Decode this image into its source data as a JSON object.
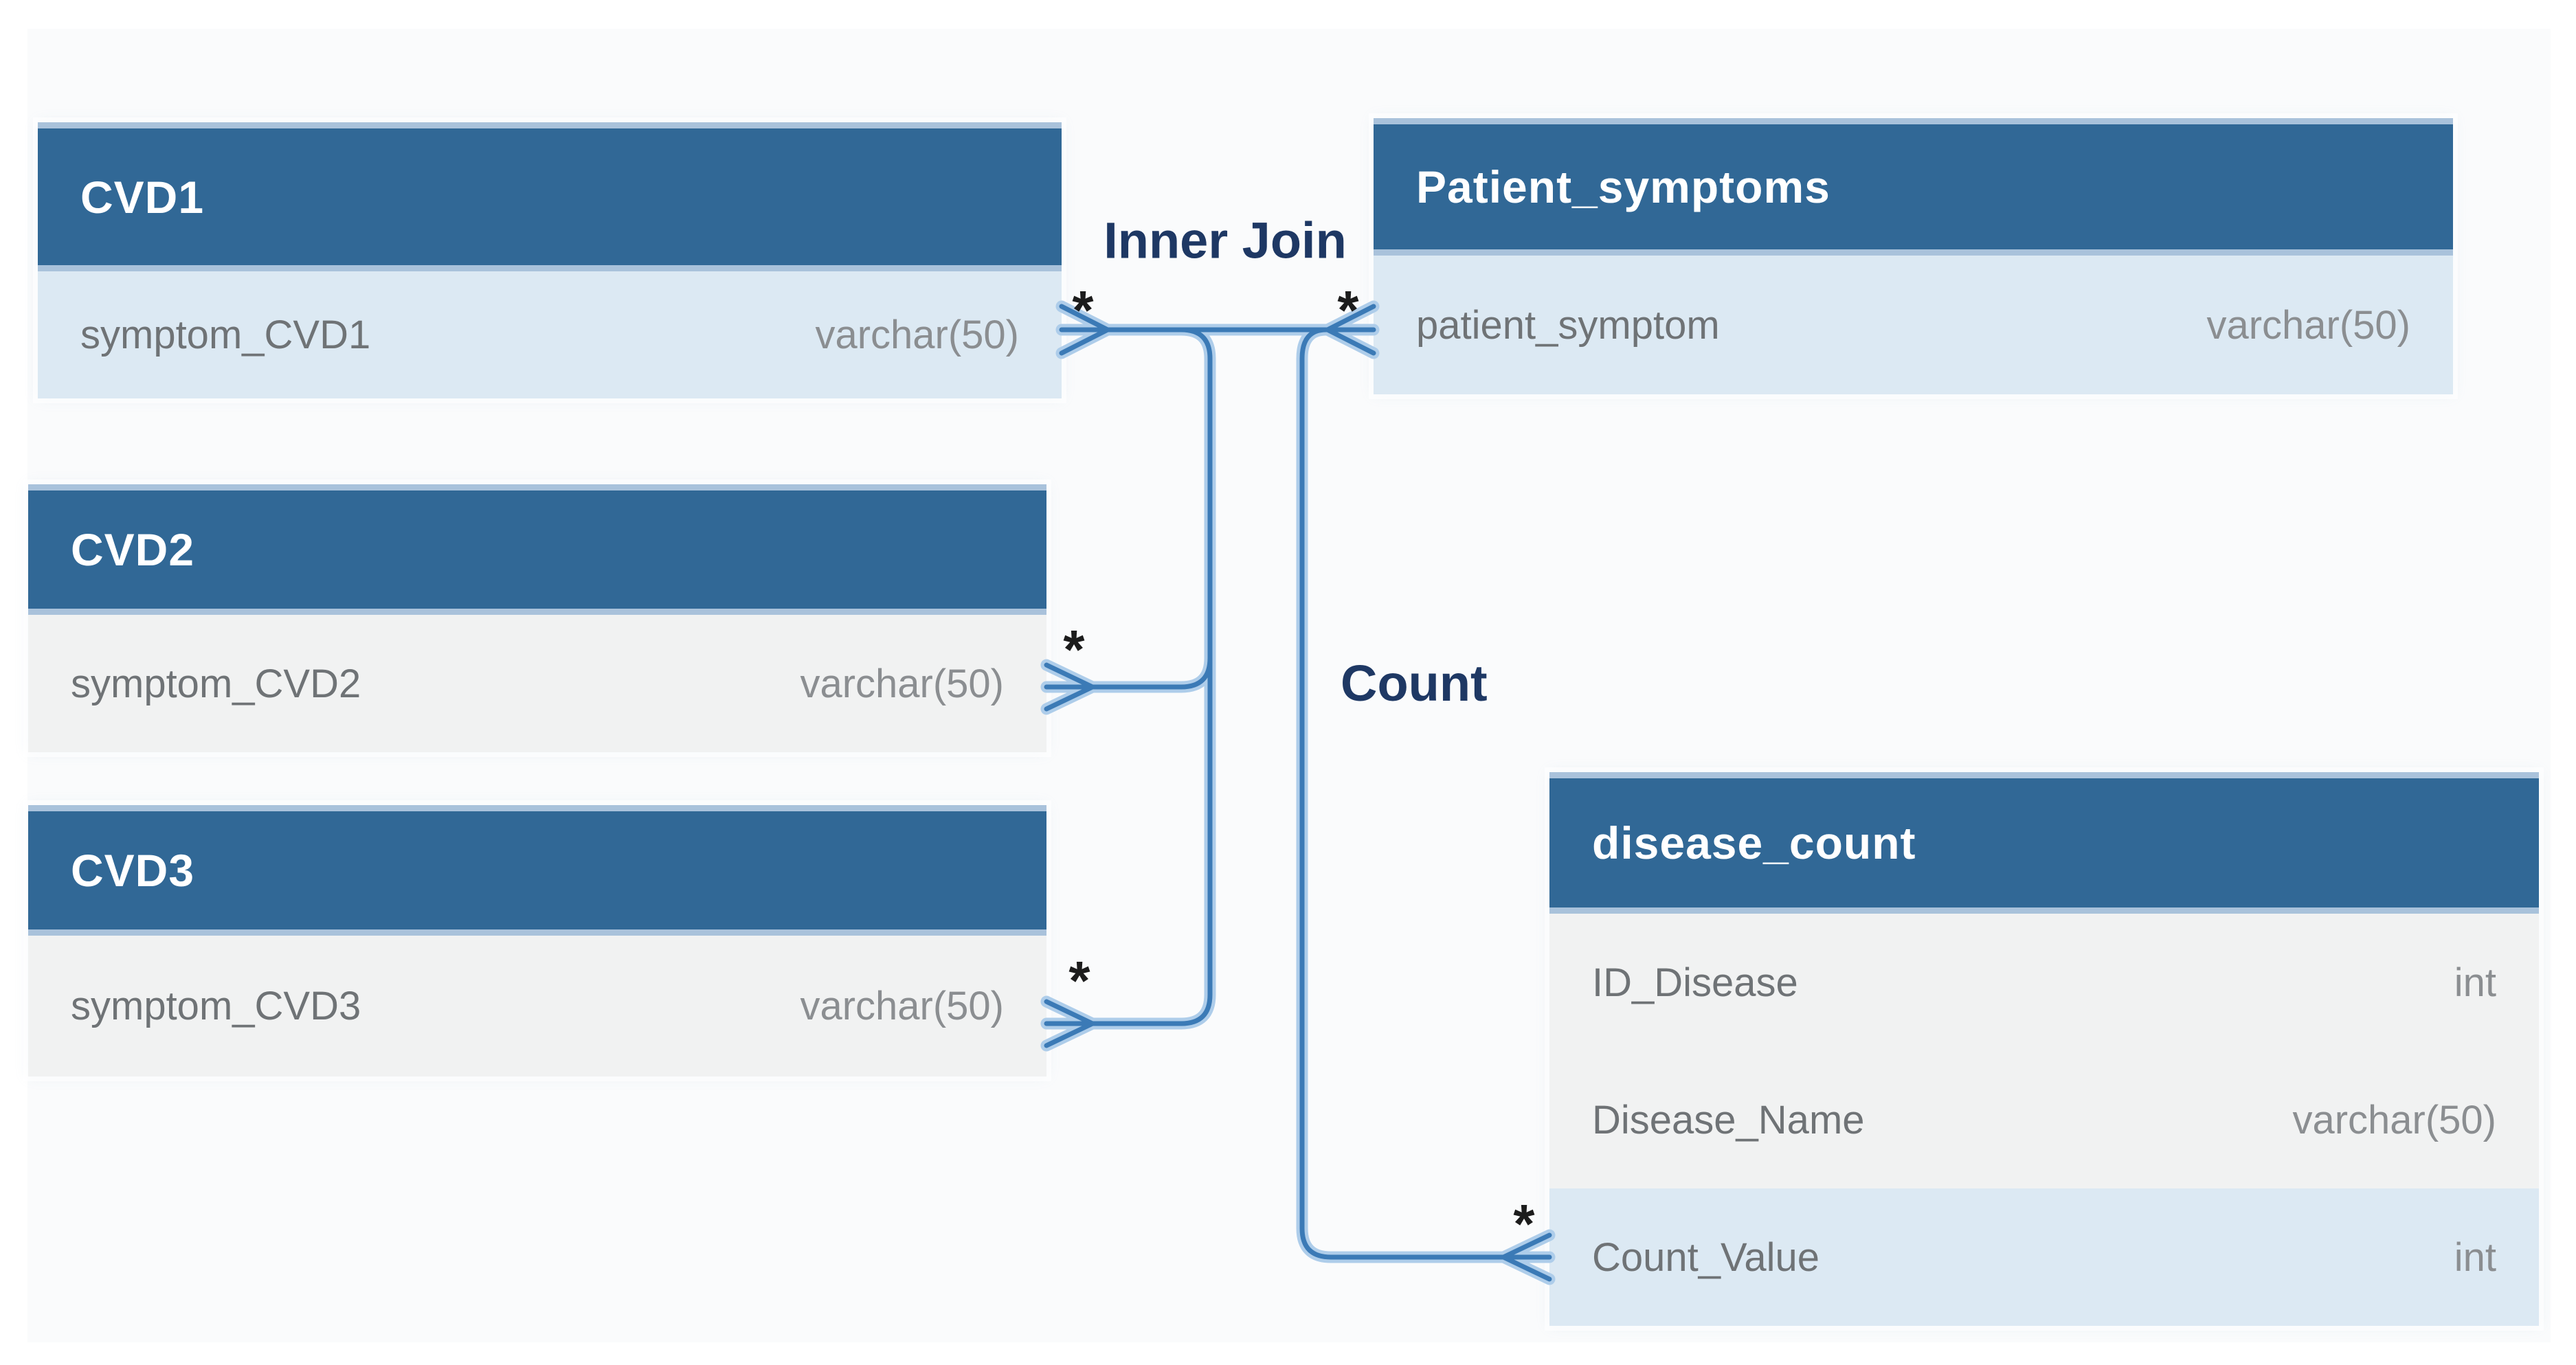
{
  "diagram_type": "database-query-join-diagram",
  "labels": {
    "inner_join": "Inner Join",
    "count": "Count",
    "many": "*"
  },
  "tables": [
    {
      "name": "CVD1",
      "fields": [
        {
          "name": "symptom_CVD1",
          "type": "varchar(50)",
          "highlighted": true
        }
      ]
    },
    {
      "name": "CVD2",
      "fields": [
        {
          "name": "symptom_CVD2",
          "type": "varchar(50)",
          "highlighted": false
        }
      ]
    },
    {
      "name": "CVD3",
      "fields": [
        {
          "name": "symptom_CVD3",
          "type": "varchar(50)",
          "highlighted": false
        }
      ]
    },
    {
      "name": "Patient_symptoms",
      "fields": [
        {
          "name": "patient_symptom",
          "type": "varchar(50)",
          "highlighted": true
        }
      ]
    },
    {
      "name": "disease_count",
      "fields": [
        {
          "name": "ID_Disease",
          "type": "int",
          "highlighted": false
        },
        {
          "name": "Disease_Name",
          "type": "varchar(50)",
          "highlighted": false
        },
        {
          "name": "Count_Value",
          "type": "int",
          "highlighted": true
        }
      ]
    }
  ],
  "relationships": [
    {
      "label": "Inner Join",
      "ends": [
        "CVD1.symptom_CVD1",
        "Patient_symptoms.patient_symptom",
        "CVD2.symptom_CVD2",
        "CVD3.symptom_CVD3"
      ],
      "cardinality": "many-to-many"
    },
    {
      "label": "Count",
      "ends": [
        "Patient_symptoms.patient_symptom",
        "disease_count.Count_Value"
      ],
      "cardinality": "many"
    }
  ],
  "colors": {
    "header_blue": "#316896",
    "header_trim": "#a9c2db",
    "highlight_row": "#dce9f3",
    "plain_row": "#f1f2f2",
    "canvas": "#fafbfc",
    "connector": "#3b7ab6",
    "connector_halo": "#aecdea",
    "label_navy": "#1e3864"
  }
}
